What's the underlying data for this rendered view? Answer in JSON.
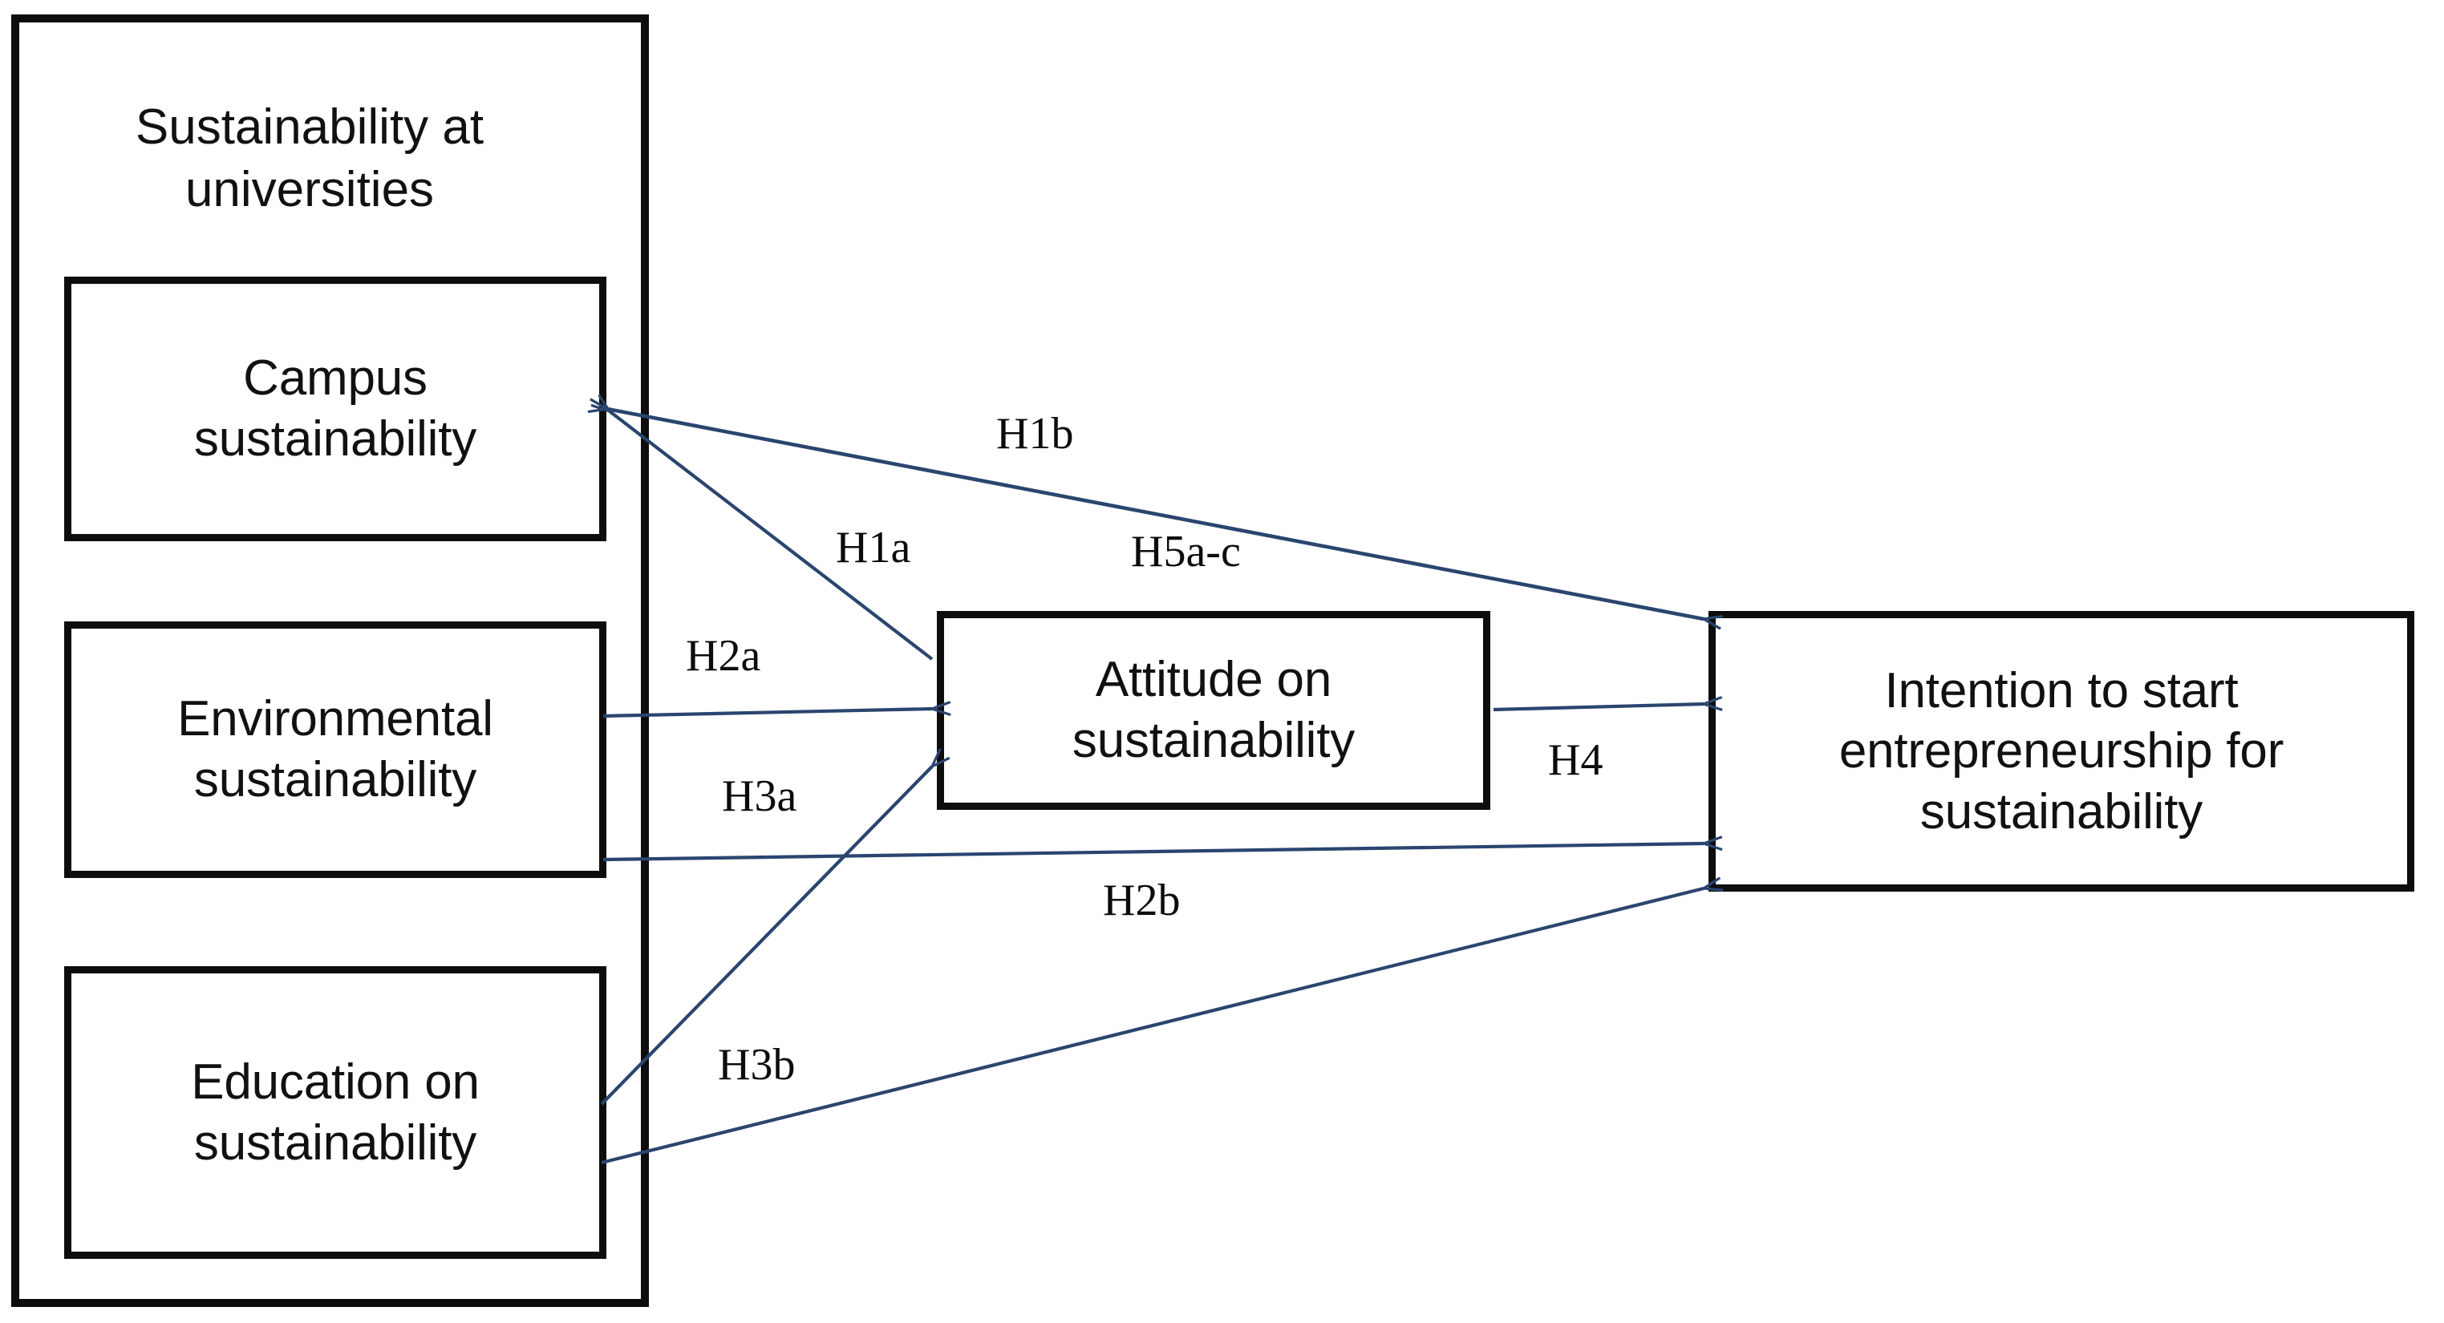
{
  "diagram": {
    "title": "Sustainability at universities",
    "group_container_name": "Sustainability at universities",
    "boxes": {
      "campus": "Campus\nsustainability",
      "environmental": "Environmental\nsustainability",
      "education": "Education on\nsustainability",
      "attitude": "Attitude on\nsustainability",
      "intention": "Intention to start\nentrepreneurship for\nsustainability"
    },
    "hypotheses": {
      "h1a": "H1a",
      "h1b": "H1b",
      "h5ac": "H5a-c",
      "h2a": "H2a",
      "h2b": "H2b",
      "h3a": "H3a",
      "h3b": "H3b",
      "h4": "H4"
    },
    "colors": {
      "box_border": "#0d0d0d",
      "box_fill": "#ffffff",
      "text": "#111111",
      "arrow": "#2a456f",
      "background": "#ffffff"
    },
    "edges": [
      {
        "id": "h1a",
        "label": "H1a",
        "from": "campus",
        "to": "attitude"
      },
      {
        "id": "h1b",
        "label": "H1b",
        "from": "campus",
        "to": "intention"
      },
      {
        "id": "h2a",
        "label": "H2a",
        "from": "environmental",
        "to": "attitude"
      },
      {
        "id": "h2b",
        "label": "H2b",
        "from": "environmental",
        "to": "intention"
      },
      {
        "id": "h3a",
        "label": "H3a",
        "from": "education",
        "to": "attitude"
      },
      {
        "id": "h3b",
        "label": "H3b",
        "from": "education",
        "to": "intention"
      },
      {
        "id": "h4",
        "label": "H4",
        "from": "attitude",
        "to": "intention"
      },
      {
        "id": "h5ac",
        "label": "H5a-c",
        "from": "attitude",
        "to": "intention"
      }
    ]
  }
}
